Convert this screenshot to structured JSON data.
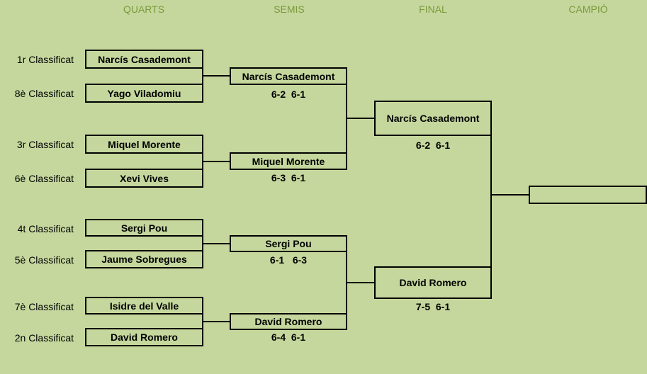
{
  "headers": [
    "QUARTS",
    "SEMIS",
    "FINAL",
    "CAMPIÓ"
  ],
  "quarters": [
    {
      "seed": "1r Classificat",
      "player": "Narcís Casademont"
    },
    {
      "seed": "8è Classificat",
      "player": "Yago Viladomiu"
    },
    {
      "seed": "3r Classificat",
      "player": "Miquel Morente"
    },
    {
      "seed": "6è Classificat",
      "player": "Xevi Vives"
    },
    {
      "seed": "4t Classificat",
      "player": "Sergi Pou"
    },
    {
      "seed": "5è Classificat",
      "player": "Jaume Sobregues"
    },
    {
      "seed": "7è Classificat",
      "player": "Isidre del Valle"
    },
    {
      "seed": "2n Classificat",
      "player": "David Romero"
    }
  ],
  "semis": [
    {
      "player": "Narcís Casademont",
      "score": "6-2  6-1"
    },
    {
      "player": "Miquel Morente",
      "score": "6-3  6-1"
    },
    {
      "player": "Sergi Pou",
      "score": "6-1   6-3"
    },
    {
      "player": "David Romero",
      "score": "6-4  6-1"
    }
  ],
  "final": [
    {
      "player": "Narcís Casademont",
      "score": "6-2  6-1"
    },
    {
      "player": "David Romero",
      "score": "7-5  6-1"
    }
  ],
  "champion": {
    "player": ""
  }
}
